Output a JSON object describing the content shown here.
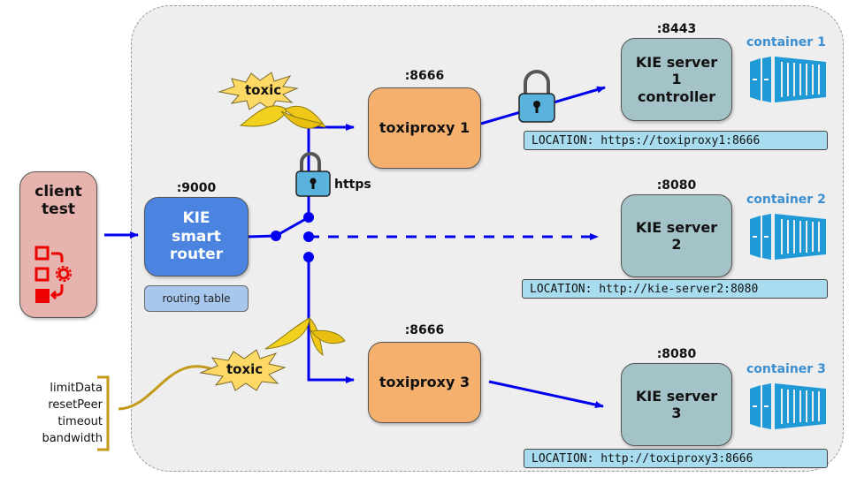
{
  "client": {
    "line1": "client",
    "line2": "test"
  },
  "router": {
    "port": ":9000",
    "line1": "KIE",
    "line2": "smart",
    "line3": "router",
    "routing_table": "routing table"
  },
  "lock_label": "https",
  "toxic_label": "toxic",
  "proxies": [
    {
      "port": ":8666",
      "label": "toxiproxy 1"
    },
    {
      "port": ":8666",
      "label": "toxiproxy 3"
    }
  ],
  "servers": [
    {
      "port": ":8443",
      "line1": "KIE server",
      "line2": "1",
      "line3": "controller",
      "container": "container 1",
      "location": "LOCATION: https://toxiproxy1:8666"
    },
    {
      "port": ":8080",
      "line1": "KIE server",
      "line2": "2",
      "line3": "",
      "container": "container 2",
      "location": "LOCATION: http://kie-server2:8080"
    },
    {
      "port": ":8080",
      "line1": "KIE server",
      "line2": "3",
      "line3": "",
      "container": "container 3",
      "location": "LOCATION: http://toxiproxy3:8666"
    }
  ],
  "toxics": [
    "limitData",
    "resetPeer",
    "timeout",
    "bandwidth"
  ],
  "colors": {
    "arrow": "#0000ee",
    "router": "#4a84e0",
    "proxy": "#f5b06e",
    "server": "#a4c3c8",
    "client": "#e6b3ae",
    "container": "#1f9ad6",
    "bracket": "#c49a1a"
  }
}
